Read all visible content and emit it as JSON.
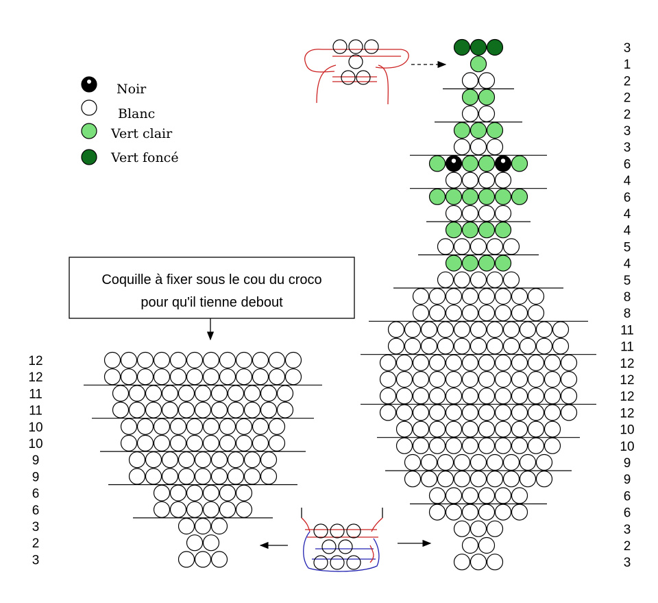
{
  "legend": [
    {
      "key": "noir",
      "label": "Noir"
    },
    {
      "key": "blanc",
      "label": "Blanc"
    },
    {
      "key": "vert_clair",
      "label": "Vert clair"
    },
    {
      "key": "vert_fonce",
      "label": "Vert foncé"
    }
  ],
  "colors": {
    "noir": "#000000",
    "blanc": "#ffffff",
    "vert_clair": "#7be07b",
    "vert_fonce": "#0e6e1e",
    "outline": "#000000",
    "thread_red": "#cc2020",
    "thread_blue": "#2020b0"
  },
  "note": {
    "line1": "Coquille à fixer sous le cou du croco",
    "line2": "pour qu'il tienne debout"
  },
  "croco": {
    "rows": [
      {
        "count": "3",
        "beads": [
          "vert_fonce",
          "vert_fonce",
          "vert_fonce"
        ]
      },
      {
        "count": "1",
        "beads": [
          "vert_clair"
        ]
      },
      {
        "count": "2",
        "beads": [
          "blanc",
          "blanc"
        ]
      },
      {
        "count": "2",
        "beads": [
          "vert_clair",
          "vert_clair"
        ]
      },
      {
        "count": "2",
        "beads": [
          "blanc",
          "blanc"
        ]
      },
      {
        "count": "3",
        "beads": [
          "vert_clair",
          "vert_clair",
          "vert_clair"
        ]
      },
      {
        "count": "3",
        "beads": [
          "blanc",
          "blanc",
          "blanc"
        ]
      },
      {
        "count": "6",
        "beads": [
          "vert_clair",
          "noir",
          "vert_clair",
          "vert_clair",
          "noir",
          "vert_clair"
        ]
      },
      {
        "count": "4",
        "beads": [
          "blanc",
          "blanc",
          "blanc",
          "blanc"
        ]
      },
      {
        "count": "6",
        "beads": [
          "vert_clair",
          "vert_clair",
          "vert_clair",
          "vert_clair",
          "vert_clair",
          "vert_clair"
        ]
      },
      {
        "count": "4",
        "beads": [
          "blanc",
          "blanc",
          "blanc",
          "blanc"
        ]
      },
      {
        "count": "4",
        "beads": [
          "vert_clair",
          "vert_clair",
          "vert_clair",
          "vert_clair"
        ]
      },
      {
        "count": "5",
        "beads": [
          "blanc",
          "blanc",
          "blanc",
          "blanc",
          "blanc"
        ]
      },
      {
        "count": "4",
        "beads": [
          "vert_clair",
          "vert_clair",
          "vert_clair",
          "vert_clair"
        ]
      },
      {
        "count": "5",
        "beads": [
          "blanc",
          "blanc",
          "blanc",
          "blanc",
          "blanc"
        ]
      },
      {
        "count": "8",
        "beads": [
          "blanc",
          "blanc",
          "blanc",
          "blanc",
          "blanc",
          "blanc",
          "blanc",
          "blanc"
        ]
      },
      {
        "count": "8",
        "beads": [
          "blanc",
          "blanc",
          "blanc",
          "blanc",
          "blanc",
          "blanc",
          "blanc",
          "blanc"
        ]
      },
      {
        "count": "11",
        "beads": [
          "blanc",
          "blanc",
          "blanc",
          "blanc",
          "blanc",
          "blanc",
          "blanc",
          "blanc",
          "blanc",
          "blanc",
          "blanc"
        ]
      },
      {
        "count": "11",
        "beads": [
          "blanc",
          "blanc",
          "blanc",
          "blanc",
          "blanc",
          "blanc",
          "blanc",
          "blanc",
          "blanc",
          "blanc",
          "blanc"
        ]
      },
      {
        "count": "12",
        "beads": [
          "blanc",
          "blanc",
          "blanc",
          "blanc",
          "blanc",
          "blanc",
          "blanc",
          "blanc",
          "blanc",
          "blanc",
          "blanc",
          "blanc"
        ]
      },
      {
        "count": "12",
        "beads": [
          "blanc",
          "blanc",
          "blanc",
          "blanc",
          "blanc",
          "blanc",
          "blanc",
          "blanc",
          "blanc",
          "blanc",
          "blanc",
          "blanc"
        ]
      },
      {
        "count": "12",
        "beads": [
          "blanc",
          "blanc",
          "blanc",
          "blanc",
          "blanc",
          "blanc",
          "blanc",
          "blanc",
          "blanc",
          "blanc",
          "blanc",
          "blanc"
        ]
      },
      {
        "count": "12",
        "beads": [
          "blanc",
          "blanc",
          "blanc",
          "blanc",
          "blanc",
          "blanc",
          "blanc",
          "blanc",
          "blanc",
          "blanc",
          "blanc",
          "blanc"
        ]
      },
      {
        "count": "10",
        "beads": [
          "blanc",
          "blanc",
          "blanc",
          "blanc",
          "blanc",
          "blanc",
          "blanc",
          "blanc",
          "blanc",
          "blanc"
        ]
      },
      {
        "count": "10",
        "beads": [
          "blanc",
          "blanc",
          "blanc",
          "blanc",
          "blanc",
          "blanc",
          "blanc",
          "blanc",
          "blanc",
          "blanc"
        ]
      },
      {
        "count": "9",
        "beads": [
          "blanc",
          "blanc",
          "blanc",
          "blanc",
          "blanc",
          "blanc",
          "blanc",
          "blanc",
          "blanc"
        ]
      },
      {
        "count": "9",
        "beads": [
          "blanc",
          "blanc",
          "blanc",
          "blanc",
          "blanc",
          "blanc",
          "blanc",
          "blanc",
          "blanc"
        ]
      },
      {
        "count": "6",
        "beads": [
          "blanc",
          "blanc",
          "blanc",
          "blanc",
          "blanc",
          "blanc"
        ]
      },
      {
        "count": "6",
        "beads": [
          "blanc",
          "blanc",
          "blanc",
          "blanc",
          "blanc",
          "blanc"
        ]
      },
      {
        "count": "3",
        "beads": [
          "blanc",
          "blanc",
          "blanc"
        ]
      },
      {
        "count": "2",
        "beads": [
          "blanc",
          "blanc"
        ]
      },
      {
        "count": "3",
        "beads": [
          "blanc",
          "blanc",
          "blanc"
        ]
      }
    ]
  },
  "shell": {
    "rows": [
      {
        "count": "12",
        "beads": 12
      },
      {
        "count": "12",
        "beads": 12
      },
      {
        "count": "11",
        "beads": 11
      },
      {
        "count": "11",
        "beads": 11
      },
      {
        "count": "10",
        "beads": 10
      },
      {
        "count": "10",
        "beads": 10
      },
      {
        "count": "9",
        "beads": 9
      },
      {
        "count": "9",
        "beads": 9
      },
      {
        "count": "6",
        "beads": 6
      },
      {
        "count": "6",
        "beads": 6
      },
      {
        "count": "3",
        "beads": 3
      },
      {
        "count": "2",
        "beads": 2
      },
      {
        "count": "3",
        "beads": 3
      }
    ]
  }
}
